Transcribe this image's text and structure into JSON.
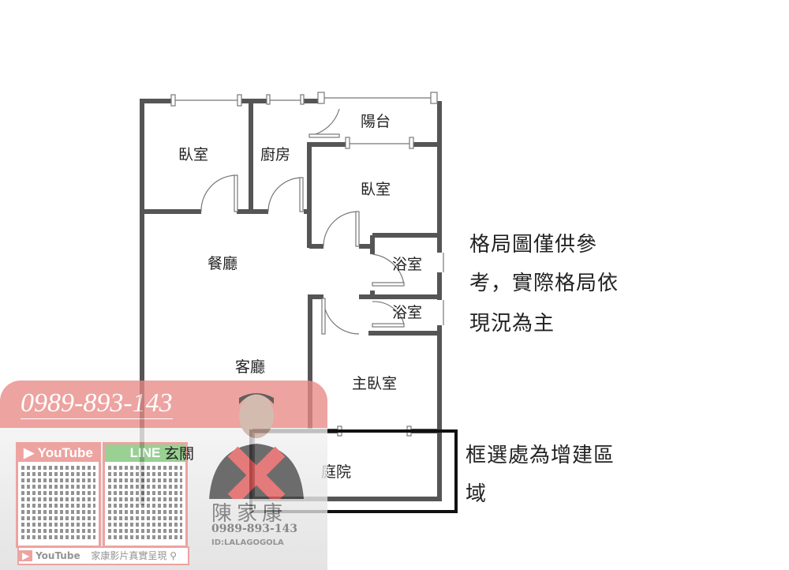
{
  "rooms": {
    "bedroom_1": "臥室",
    "kitchen": "廚房",
    "balcony": "陽台",
    "bedroom_2": "臥室",
    "dining": "餐廳",
    "bath_1": "浴室",
    "bath_2": "浴室",
    "living": "客廳",
    "master": "主臥室",
    "entrance": "玄關",
    "garden": "庭院"
  },
  "notes": {
    "disclaimer": [
      "格局圖僅供參",
      "考，實際格局依",
      "現況為主"
    ],
    "extension": [
      "框選處為增建區",
      "域"
    ]
  },
  "watermark": {
    "phone": "0989-893-143",
    "youtube_label": "YouTube",
    "line_label": "LINE",
    "youtube_search_label": "YouTube",
    "search_text": "家康影片真實呈現",
    "agent_name": "陳家康",
    "agent_phone": "0989-893-143",
    "line_id": "ID:LALAGOGOLA",
    "accent_color": "#e88a86",
    "line_color": "#7cc576"
  },
  "colors": {
    "wall": "#555555",
    "extension_box": "#111111"
  }
}
